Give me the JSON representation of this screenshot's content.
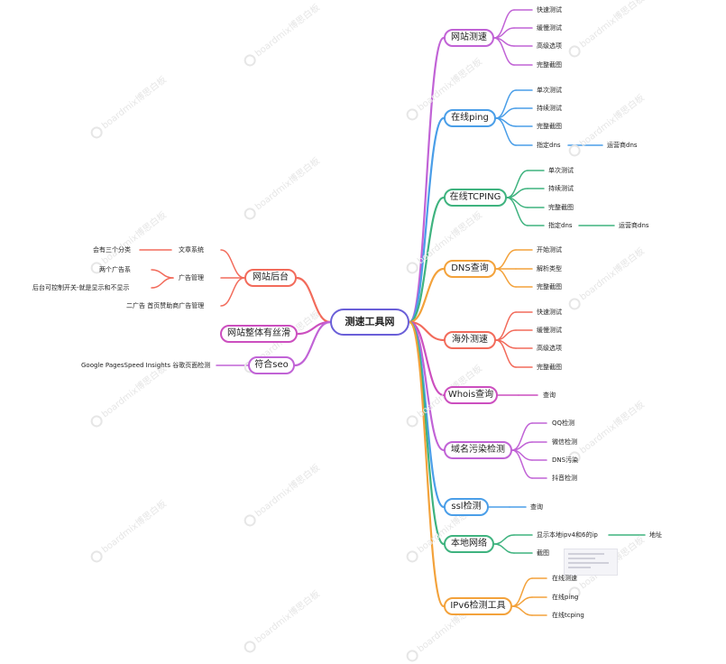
{
  "root": {
    "label": "测速工具网"
  },
  "colors": {
    "purple": "#c163d6",
    "blue": "#4a9ee8",
    "green": "#3fb37f",
    "orange": "#f3a23b",
    "salmon": "#f26b5b",
    "magenta": "#cc4fbf",
    "root_border": "#6a5fd8"
  },
  "right_branches": [
    {
      "label": "网站测速",
      "color": "purple",
      "children": [
        {
          "label": "快速测试"
        },
        {
          "label": "缓慢测试"
        },
        {
          "label": "高级选项"
        },
        {
          "label": "完整截图"
        }
      ]
    },
    {
      "label": "在线ping",
      "color": "blue",
      "children": [
        {
          "label": "单次测试"
        },
        {
          "label": "持续测试"
        },
        {
          "label": "完整截图"
        },
        {
          "label": "指定dns",
          "child": "运营商dns"
        }
      ]
    },
    {
      "label": "在线TCPING",
      "color": "green",
      "children": [
        {
          "label": "单次测试"
        },
        {
          "label": "持续测试"
        },
        {
          "label": "完整截图"
        },
        {
          "label": "指定dns",
          "child": "运营商dns"
        }
      ]
    },
    {
      "label": "DNS查询",
      "color": "orange",
      "children": [
        {
          "label": "开始测试"
        },
        {
          "label": "解析类型"
        },
        {
          "label": "完整截图"
        }
      ]
    },
    {
      "label": "海外测速",
      "color": "salmon",
      "children": [
        {
          "label": "快速测试"
        },
        {
          "label": "缓慢测试"
        },
        {
          "label": "高级选项"
        },
        {
          "label": "完整截图"
        }
      ]
    },
    {
      "label": "Whois查询",
      "color": "magenta",
      "children": [
        {
          "label": "查询"
        }
      ]
    },
    {
      "label": "域名污染检测",
      "color": "purple",
      "children": [
        {
          "label": "QQ检测"
        },
        {
          "label": "微信检测"
        },
        {
          "label": "DNS污染"
        },
        {
          "label": "抖音检测"
        }
      ]
    },
    {
      "label": "ssl检测",
      "color": "blue",
      "children": [
        {
          "label": "查询"
        }
      ]
    },
    {
      "label": "本地网络",
      "color": "green",
      "children": [
        {
          "label": "显示本地ipv4和6的ip",
          "child": "地址"
        },
        {
          "label": "截图"
        }
      ]
    },
    {
      "label": "IPv6检测工具",
      "color": "orange",
      "children": [
        {
          "label": "在线测速"
        },
        {
          "label": "在线ping"
        },
        {
          "label": "在线tcping"
        }
      ]
    }
  ],
  "left_branches": [
    {
      "label": "网站后台",
      "color": "salmon",
      "children": [
        {
          "label": "文章系统",
          "child": "会有三个分类"
        },
        {
          "label": "广告管理",
          "children2": [
            "两个广告系",
            "后台可控制开关-就是显示和不显示"
          ]
        },
        {
          "label": "二广告 首页赞助商广告管理"
        }
      ]
    },
    {
      "label": "网站整体有丝滑",
      "color": "magenta",
      "children": []
    },
    {
      "label": "符合seo",
      "color": "purple",
      "children": [
        {
          "label": "Google PagesSpeed Insights  谷歌页面检测"
        }
      ]
    }
  ],
  "watermark": "boardmix博思白板"
}
